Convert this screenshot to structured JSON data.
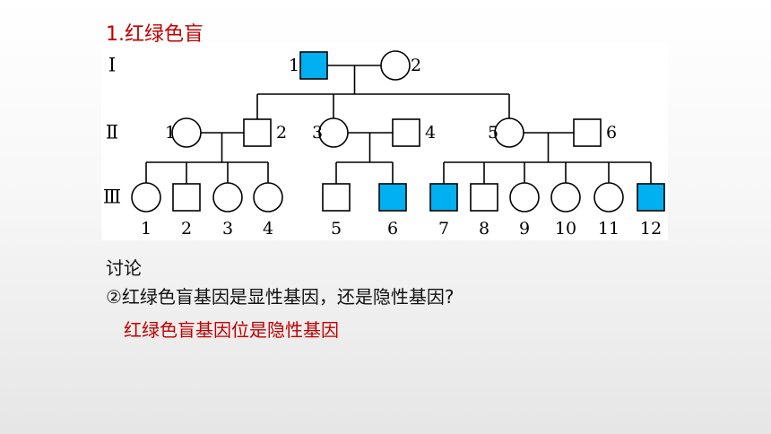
{
  "slide": {
    "title": "1.红绿色盲"
  },
  "pedigree": {
    "affected_color": "#00b0f0",
    "generations": [
      {
        "roman": "Ⅰ",
        "members": [
          {
            "id": "I-1",
            "label": "1",
            "sex": "male",
            "affected": true
          },
          {
            "id": "I-2",
            "label": "2",
            "sex": "female",
            "affected": false
          }
        ]
      },
      {
        "roman": "Ⅱ",
        "members": [
          {
            "id": "II-1",
            "label": "1",
            "sex": "female",
            "affected": false
          },
          {
            "id": "II-2",
            "label": "2",
            "sex": "male",
            "affected": false
          },
          {
            "id": "II-3",
            "label": "3",
            "sex": "female",
            "affected": false
          },
          {
            "id": "II-4",
            "label": "4",
            "sex": "male",
            "affected": false
          },
          {
            "id": "II-5",
            "label": "5",
            "sex": "female",
            "affected": false
          },
          {
            "id": "II-6",
            "label": "6",
            "sex": "male",
            "affected": false
          }
        ]
      },
      {
        "roman": "Ⅲ",
        "members": [
          {
            "id": "III-1",
            "label": "1",
            "sex": "female",
            "affected": false
          },
          {
            "id": "III-2",
            "label": "2",
            "sex": "male",
            "affected": false
          },
          {
            "id": "III-3",
            "label": "3",
            "sex": "female",
            "affected": false
          },
          {
            "id": "III-4",
            "label": "4",
            "sex": "female",
            "affected": false
          },
          {
            "id": "III-5",
            "label": "5",
            "sex": "male",
            "affected": false
          },
          {
            "id": "III-6",
            "label": "6",
            "sex": "male",
            "affected": true
          },
          {
            "id": "III-7",
            "label": "7",
            "sex": "male",
            "affected": true
          },
          {
            "id": "III-8",
            "label": "8",
            "sex": "male",
            "affected": false
          },
          {
            "id": "III-9",
            "label": "9",
            "sex": "female",
            "affected": false
          },
          {
            "id": "III-10",
            "label": "10",
            "sex": "female",
            "affected": false
          },
          {
            "id": "III-11",
            "label": "11",
            "sex": "female",
            "affected": false
          },
          {
            "id": "III-12",
            "label": "12",
            "sex": "male",
            "affected": true
          }
        ]
      }
    ],
    "couples": [
      {
        "partners": [
          "I-1",
          "I-2"
        ],
        "children": [
          "II-2",
          "II-3",
          "II-5"
        ]
      },
      {
        "partners": [
          "II-1",
          "II-2"
        ],
        "children": [
          "III-1",
          "III-2",
          "III-3",
          "III-4"
        ]
      },
      {
        "partners": [
          "II-3",
          "II-4"
        ],
        "children": [
          "III-5",
          "III-6"
        ]
      },
      {
        "partners": [
          "II-5",
          "II-6"
        ],
        "children": [
          "III-7",
          "III-8",
          "III-9",
          "III-10",
          "III-11",
          "III-12"
        ]
      }
    ]
  },
  "discussion": {
    "label": "讨论",
    "question": "②红绿色盲基因是显性基因，还是隐性基因?",
    "answer": "红绿色盲基因位是隐性基因"
  }
}
